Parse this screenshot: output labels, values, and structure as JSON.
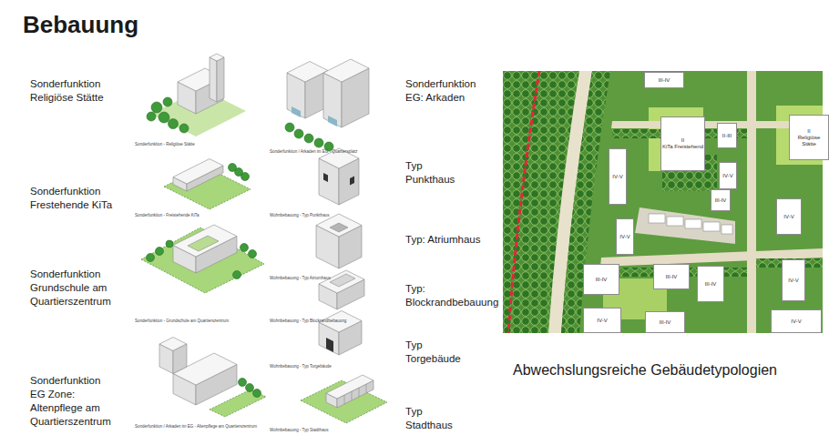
{
  "diagram": {
    "title": "Bebauung",
    "caption": "Abwechslungsreiche Gebäudetypologien",
    "nodes": [
      {
        "text": [
          "III-IV"
        ]
      },
      {
        "text": [
          "II",
          "KiTa Freistehend"
        ]
      },
      {
        "text": [
          "II-III"
        ]
      },
      {
        "text": [
          "II",
          "Religiöse Stätte"
        ]
      },
      {
        "text": [
          "IV-V"
        ]
      },
      {
        "text": [
          "IV-V"
        ]
      },
      {
        "text": [
          "III-IV"
        ]
      },
      {
        "text": [
          "IV-V"
        ]
      },
      {
        "text": [
          "IV-V"
        ]
      },
      {
        "text": [
          "III-IV"
        ]
      },
      {
        "text": [
          "III-IV"
        ]
      },
      {
        "text": [
          "III-IV"
        ]
      },
      {
        "text": [
          "IV-V"
        ]
      },
      {
        "text": [
          "IV-V"
        ]
      },
      {
        "text": [
          "III-IV"
        ]
      },
      {
        "text": [
          "IV-V"
        ]
      }
    ],
    "labels": [
      "Sonderfunktion Religiöse Stätte",
      "Sonderfunktion Frestehende KiTa",
      "Sonderfunktion Grundschule am Quartierszentrum",
      "Sonderfunktion EG Zone: Altenpflege am Quartierszentrum",
      "Sonderfunktion EG: Arkaden",
      "Typ Punkthaus",
      "Typ: Atriumhaus",
      "Typ: Blockrandbebauung",
      "Typ Torgebäude",
      "Typ Stadthaus",
      "Sonderfunktion - Religiöse Stätte",
      "Sonderfunktion / Arkaden im EG - Quartiersplatz",
      "Sonderfunktion - Freistehende KiTa",
      "Wohnbebauung - Typ Punkthaus",
      "Wohnbebauung - Typ Atriumhaus",
      "Sonderfunktion - Grundschule am Quartierszentrum",
      "Wohnbebauung - Typ Blockrandbebauung",
      "Wohnbebauung - Typ Torgebäude",
      "Sonderfunktion / Arkaden im EG - Altenpflege am Quartierszentrum",
      "Wohnbebauung - Typ Stadthaus"
    ]
  }
}
